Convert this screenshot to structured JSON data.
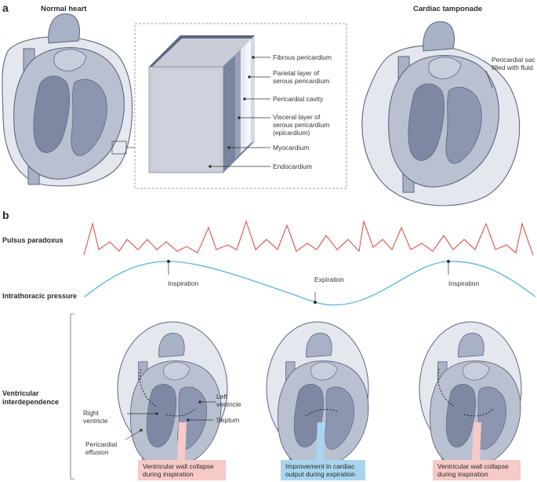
{
  "panel_a": {
    "letter": "a",
    "normal_title": "Normal heart",
    "tamponade_title": "Cardiac tamponade",
    "layers": [
      "Fibrous pericardium",
      "Parietal layer of",
      "serous pericardium",
      "Pericardial cavity",
      "Visceral layer of",
      "serous pericardium",
      "(epicardium)",
      "Myocardium",
      "Endocardium"
    ],
    "sac_label": [
      "Pericardial sac",
      "filled with fluid"
    ]
  },
  "panel_b": {
    "letter": "b",
    "pulsus": "Pulsus paradoxus",
    "pressure": "Intrathoracic pressure",
    "phase_left": "Inspiration",
    "phase_mid": "Expiration",
    "phase_right": "Inspiration",
    "vi_label": [
      "Ventricular",
      "interdependence"
    ],
    "left_ventricle": [
      "Left",
      "ventricle"
    ],
    "right_ventricle": [
      "Right",
      "ventricle"
    ],
    "septum": "Septum",
    "effusion": [
      "Pericardial",
      "effusion"
    ],
    "callout_left": [
      "Ventricular wall collapse",
      "during inspiration"
    ],
    "callout_mid": [
      "Improvement in cardiac",
      "output during expiration"
    ],
    "callout_right": [
      "Ventricular wall collapse",
      "during inspiration"
    ]
  },
  "colors": {
    "heart_fill": "#b9c0d0",
    "heart_dark": "#7f88a3",
    "sac_fill": "#e4e7ee",
    "ecg_red": "#e0605a",
    "pressure_blue": "#5ab4e0",
    "callout_pink": "#f7c9c7",
    "callout_blue": "#a8d4ef"
  }
}
